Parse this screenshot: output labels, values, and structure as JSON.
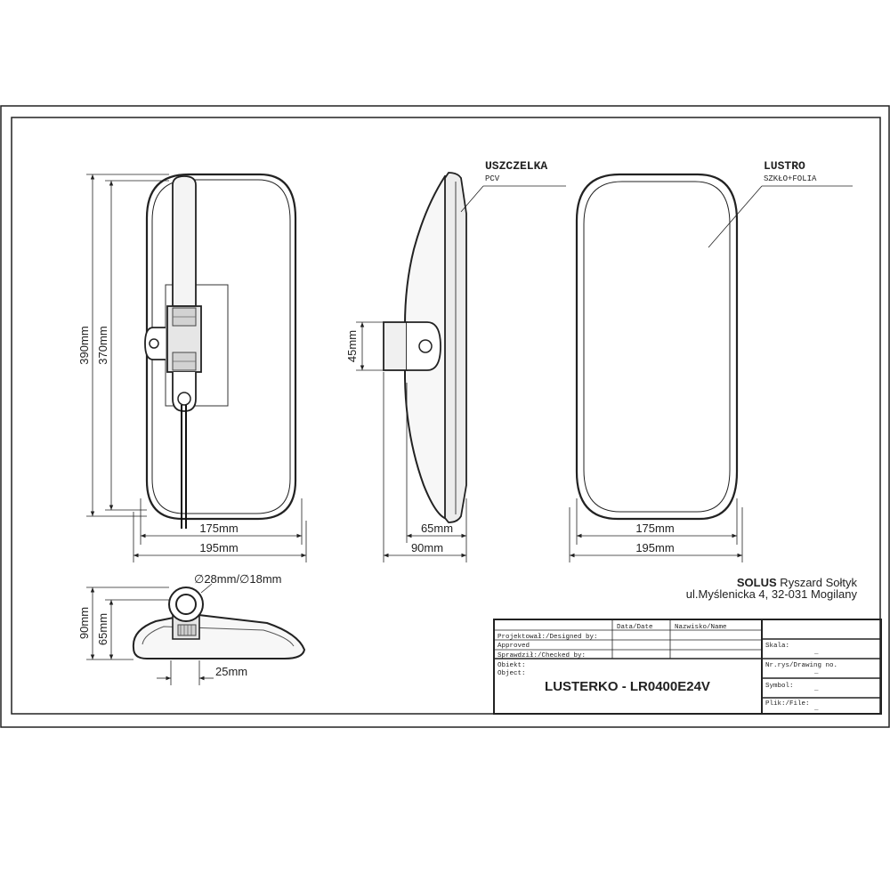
{
  "front_view": {
    "dim_height_outer": "390mm",
    "dim_height_inner": "370mm",
    "dim_width_inner": "175mm",
    "dim_width_outer": "195mm"
  },
  "side_view": {
    "dim_mount": "45mm",
    "dim_depth_inner": "65mm",
    "dim_depth_outer": "90mm",
    "callout_title": "USZCZELKA",
    "callout_sub": "PCV"
  },
  "back_view": {
    "dim_width_inner": "175mm",
    "dim_width_outer": "195mm",
    "callout_title": "LUSTRO",
    "callout_sub": "SZKŁO+FOLIA"
  },
  "top_view": {
    "dim_diameter": "∅28mm/∅18mm",
    "dim_height_outer": "90mm",
    "dim_height_inner": "65mm",
    "dim_offset": "25mm"
  },
  "company": {
    "name": "SOLUS",
    "owner": " Ryszard Sołtyk",
    "address": "ul.Myślenicka 4, 32-031 Mogilany"
  },
  "title_block": {
    "col_date": "Data/Date",
    "col_name": "Nazwisko/Name",
    "designed_by": "Projektował:/Designed by:",
    "approved": "Approved",
    "checked_by": "Sprawdził:/Checked by:",
    "object_pl": "Obiekt:",
    "object_en": "Object:",
    "object_name": "LUSTERKO - LR0400E24V",
    "scale_label": "Skala:",
    "scale_value": "_",
    "drawing_no_label": "Nr.rys/Drawing no.",
    "drawing_no_value": "_",
    "symbol_label": "Symbol:",
    "symbol_value": "_",
    "file_label": "Plik:/File:",
    "file_value": "_"
  }
}
